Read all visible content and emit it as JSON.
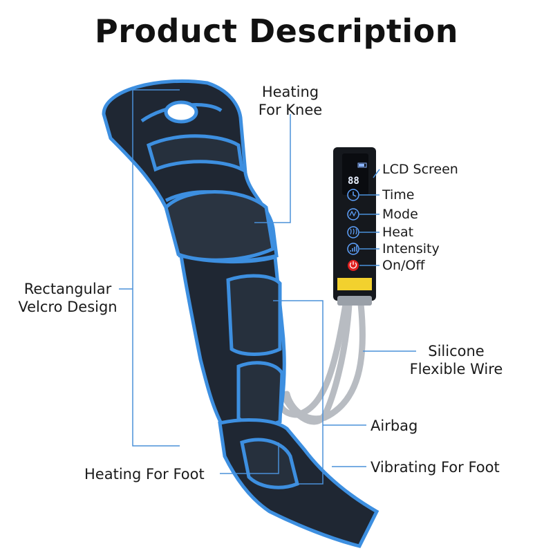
{
  "title": "Product Description",
  "colors": {
    "accent": "#4a90d9",
    "sleeve": "#1f2733",
    "trim": "#3d8fe0",
    "hose": "#b8bcc2",
    "power": "#e02020"
  },
  "controller": {
    "display_digits": "88",
    "icons": [
      "battery-icon",
      "clock-icon",
      "mode-icon",
      "heat-icon",
      "intensity-icon",
      "power-icon"
    ]
  },
  "labels": {
    "heating_knee_line1": "Heating",
    "heating_knee_line2": "For Knee",
    "lcd_screen": "LCD Screen",
    "time": "Time",
    "mode": "Mode",
    "heat": "Heat",
    "intensity": "Intensity",
    "on_off": "On/Off",
    "velcro_line1": "Rectangular",
    "velcro_line2": "Velcro Design",
    "wire_line1": "Silicone",
    "wire_line2": "Flexible Wire",
    "airbag": "Airbag",
    "heating_foot": "Heating For Foot",
    "vibrating_foot": "Vibrating For Foot"
  }
}
